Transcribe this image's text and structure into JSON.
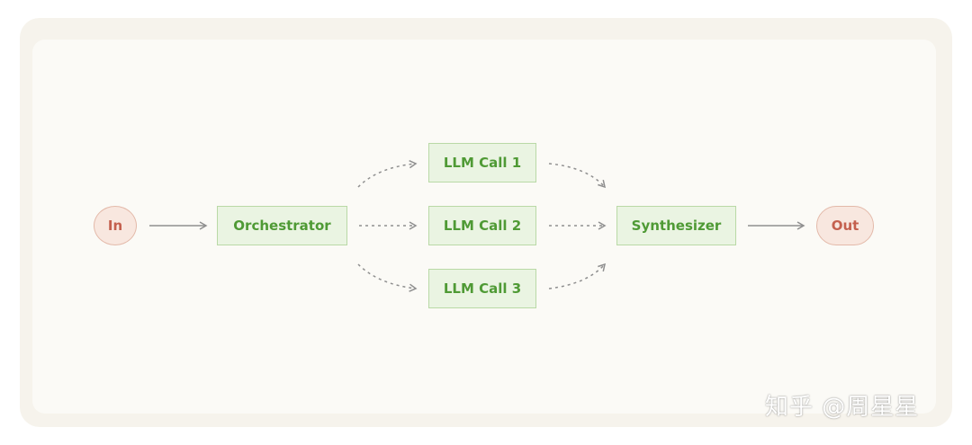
{
  "nodes": {
    "input": "In",
    "orchestrator": "Orchestrator",
    "llm_calls": [
      "LLM Call 1",
      "LLM Call 2",
      "LLM Call 3"
    ],
    "synthesizer": "Synthesizer",
    "output": "Out"
  },
  "watermark": "知乎 @周星星",
  "colors": {
    "io_fill": "#f8e7df",
    "io_text": "#c4604e",
    "box_fill": "#eaf4e2",
    "box_text": "#4f9a35",
    "arrow": "#8f8f8f"
  }
}
